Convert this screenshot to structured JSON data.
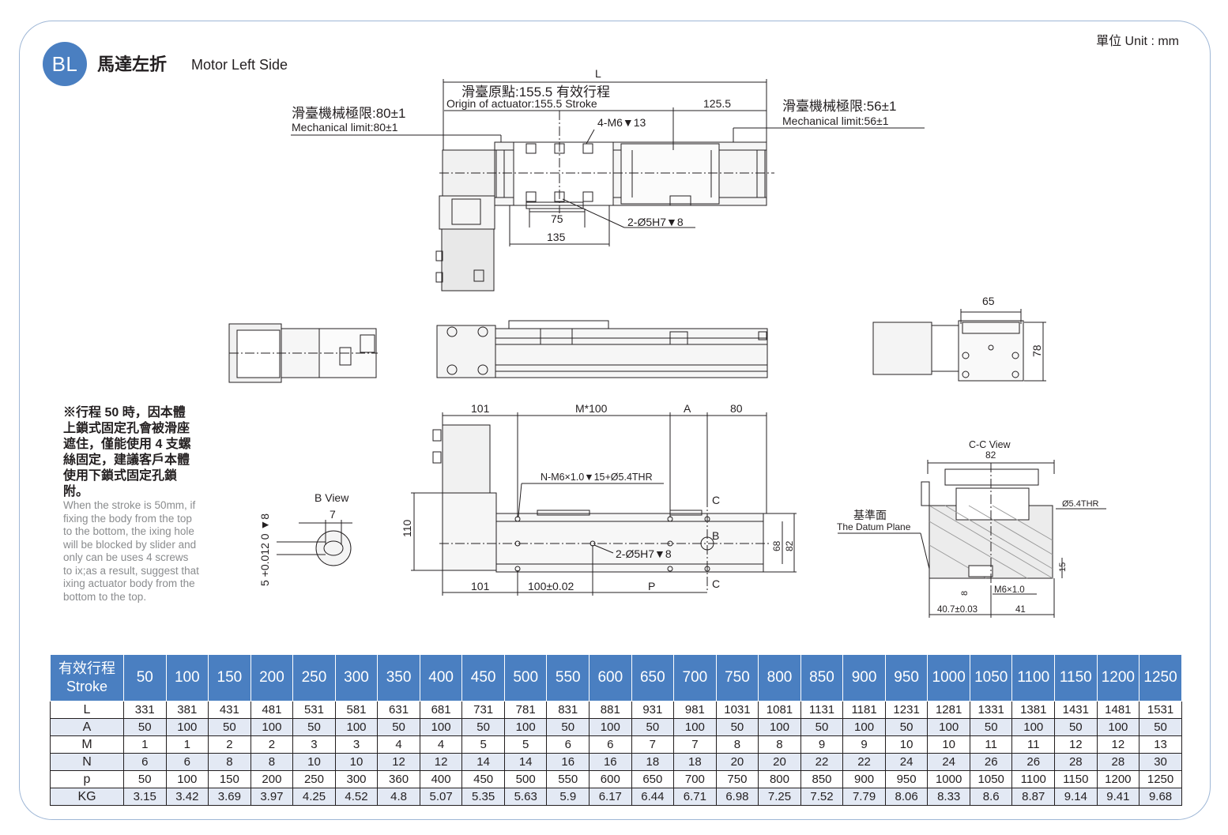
{
  "header": {
    "badge": "BL",
    "title_zh": "馬達左折",
    "title_en": "Motor Left Side",
    "unit": "單位 Unit : mm"
  },
  "drawing": {
    "top_view": {
      "dim_L": "L",
      "origin_zh": "滑臺原點:155.5  有效行程",
      "origin_en": "Origin of actuator:155.5   Stroke",
      "dim_125_5": "125.5",
      "mech_left_zh": "滑臺機械極限:80±1",
      "mech_left_en": "Mechanical limit:80±1",
      "mech_right_zh": "滑臺機械極限:56±1",
      "mech_right_en": "Mechanical limit:56±1",
      "holes_m6": "4-M6▼13",
      "dim_75": "75",
      "dim_135": "135",
      "pin_holes": "2-Ø5H7▼8"
    },
    "end_view": {
      "dim_65": "65",
      "dim_78": "78"
    },
    "bottom_view": {
      "dim_101_top": "101",
      "dim_m100": "M*100",
      "dim_a": "A",
      "dim_80": "80",
      "holes_n": "N-M6×1.0▼15+Ø5.4THR",
      "label_c_top": "C",
      "label_b": "B",
      "label_c_bottom": "C",
      "pin_holes": "2-Ø5H7▼8",
      "dim_110": "110",
      "dim_68": "68",
      "dim_82": "82",
      "dim_101_bottom": "101",
      "dim_100_tol": "100±0.02",
      "dim_p": "P"
    },
    "b_view": {
      "title": "B View",
      "dim_7": "7",
      "dim_tol": "5 +0.012 0 ▼8"
    },
    "cc_view": {
      "title": "C-C View",
      "dim_82": "82",
      "dim_thr": "Ø5.4THR",
      "datum_zh": "基準面",
      "datum_en": "The Datum Plane",
      "dim_15": "15",
      "dim_8": "8",
      "dim_m6": "M6×1.0",
      "dim_40_7": "40.7±0.03",
      "dim_41": "41"
    }
  },
  "note": {
    "zh": "※行程 50 時，因本體上鎖式固定孔會被滑座遮住，僅能使用 4 支螺絲固定，建議客戶本體使用下鎖式固定孔鎖附。",
    "en": "When the stroke is 50mm, if fixing the body from the top to the bottom, the ixing hole will be blocked by slider and only can be uses 4 screws to ix;as a result, suggest that ixing actuator body from the bottom to the top."
  },
  "table": {
    "head_zh": "有效行程",
    "head_en": "Stroke",
    "strokes": [
      "50",
      "100",
      "150",
      "200",
      "250",
      "300",
      "350",
      "400",
      "450",
      "500",
      "550",
      "600",
      "650",
      "700",
      "750",
      "800",
      "850",
      "900",
      "950",
      "1000",
      "1050",
      "1100",
      "1150",
      "1200",
      "1250"
    ],
    "rows": [
      {
        "label": "L",
        "values": [
          "331",
          "381",
          "431",
          "481",
          "531",
          "581",
          "631",
          "681",
          "731",
          "781",
          "831",
          "881",
          "931",
          "981",
          "1031",
          "1081",
          "1131",
          "1181",
          "1231",
          "1281",
          "1331",
          "1381",
          "1431",
          "1481",
          "1531"
        ]
      },
      {
        "label": "A",
        "values": [
          "50",
          "100",
          "50",
          "100",
          "50",
          "100",
          "50",
          "100",
          "50",
          "100",
          "50",
          "100",
          "50",
          "100",
          "50",
          "100",
          "50",
          "100",
          "50",
          "100",
          "50",
          "100",
          "50",
          "100",
          "50"
        ]
      },
      {
        "label": "M",
        "values": [
          "1",
          "1",
          "2",
          "2",
          "3",
          "3",
          "4",
          "4",
          "5",
          "5",
          "6",
          "6",
          "7",
          "7",
          "8",
          "8",
          "9",
          "9",
          "10",
          "10",
          "11",
          "11",
          "12",
          "12",
          "13"
        ]
      },
      {
        "label": "N",
        "values": [
          "6",
          "6",
          "8",
          "8",
          "10",
          "10",
          "12",
          "12",
          "14",
          "14",
          "16",
          "16",
          "18",
          "18",
          "20",
          "20",
          "22",
          "22",
          "24",
          "24",
          "26",
          "26",
          "28",
          "28",
          "30"
        ]
      },
      {
        "label": "p",
        "values": [
          "50",
          "100",
          "150",
          "200",
          "250",
          "300",
          "360",
          "400",
          "450",
          "500",
          "550",
          "600",
          "650",
          "700",
          "750",
          "800",
          "850",
          "900",
          "950",
          "1000",
          "1050",
          "1100",
          "1150",
          "1200",
          "1250"
        ]
      },
      {
        "label": "KG",
        "values": [
          "3.15",
          "3.42",
          "3.69",
          "3.97",
          "4.25",
          "4.52",
          "4.8",
          "5.07",
          "5.35",
          "5.63",
          "5.9",
          "6.17",
          "6.44",
          "6.71",
          "6.98",
          "7.25",
          "7.52",
          "7.79",
          "8.06",
          "8.33",
          "8.6",
          "8.87",
          "9.14",
          "9.41",
          "9.68"
        ]
      }
    ]
  }
}
